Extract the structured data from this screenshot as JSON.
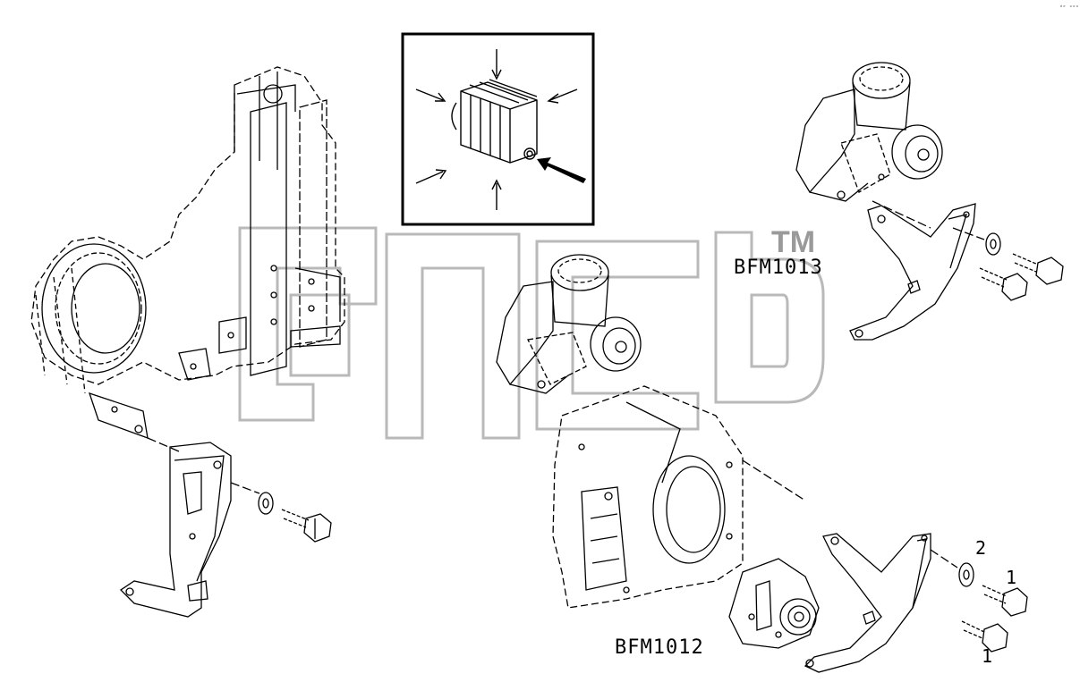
{
  "diagram": {
    "model_label_upper": "BFM1013",
    "model_label_lower": "BFM1012",
    "callout_washer": "2",
    "callout_bolt_upper": "1",
    "callout_bolt_lower": "1",
    "watermark_mark": "TM",
    "corner_text": "ᵈᵉ ᵒᵒᵒ"
  },
  "icons": {
    "inset": "oil-cooler-airflow-icon",
    "engine_block": "engine-block-icon",
    "pump": "hydraulic-pump-icon"
  },
  "colors": {
    "line": "#000000",
    "watermark": "#b9b9b9",
    "background": "#ffffff"
  }
}
